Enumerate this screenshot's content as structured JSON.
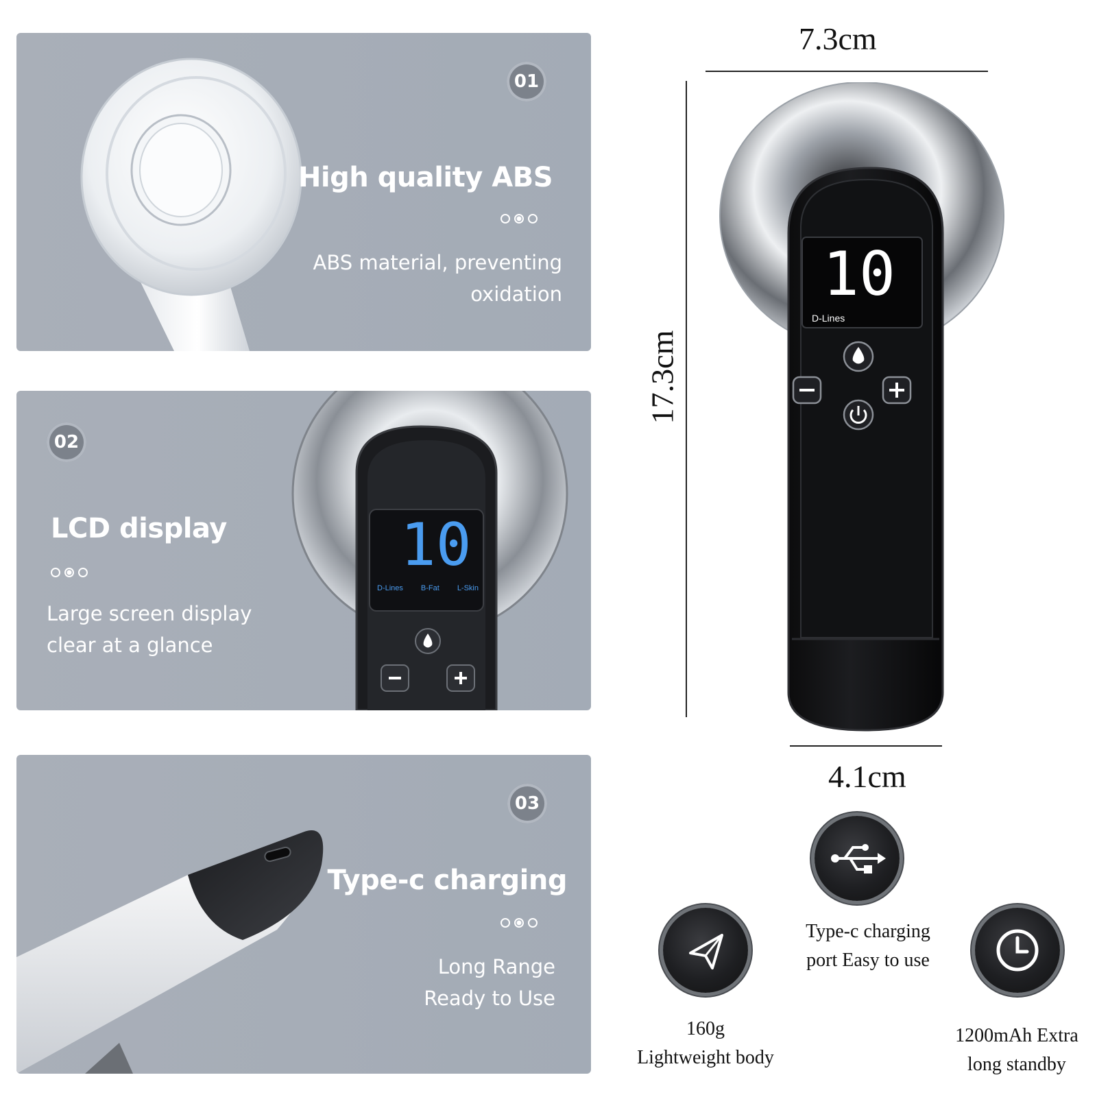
{
  "features": [
    {
      "number": "01",
      "title": "High quality ABS",
      "description": [
        "ABS material, preventing",
        "oxidation"
      ]
    },
    {
      "number": "02",
      "title": "LCD display",
      "description": [
        "Large screen display",
        "clear at a glance"
      ],
      "screen": {
        "value": "10",
        "modes": [
          "D-Lines",
          "B-Fat",
          "L-Skin"
        ]
      }
    },
    {
      "number": "03",
      "title": "Type-c charging",
      "description": [
        "Long Range",
        "Ready to Use"
      ]
    }
  ],
  "device": {
    "display_value": "10",
    "mode_label": "D-Lines",
    "dimensions": {
      "width_top": "7.3cm",
      "height": "17.3cm",
      "width_bottom": "4.1cm"
    }
  },
  "specs": [
    {
      "icon": "usb-icon",
      "lines": [
        "Type-c charging",
        "port Easy to use"
      ]
    },
    {
      "icon": "paper-plane-icon",
      "lines": [
        "160g",
        "Lightweight body"
      ]
    },
    {
      "icon": "clock-icon",
      "lines": [
        "1200mAh Extra",
        "long standby"
      ]
    }
  ]
}
